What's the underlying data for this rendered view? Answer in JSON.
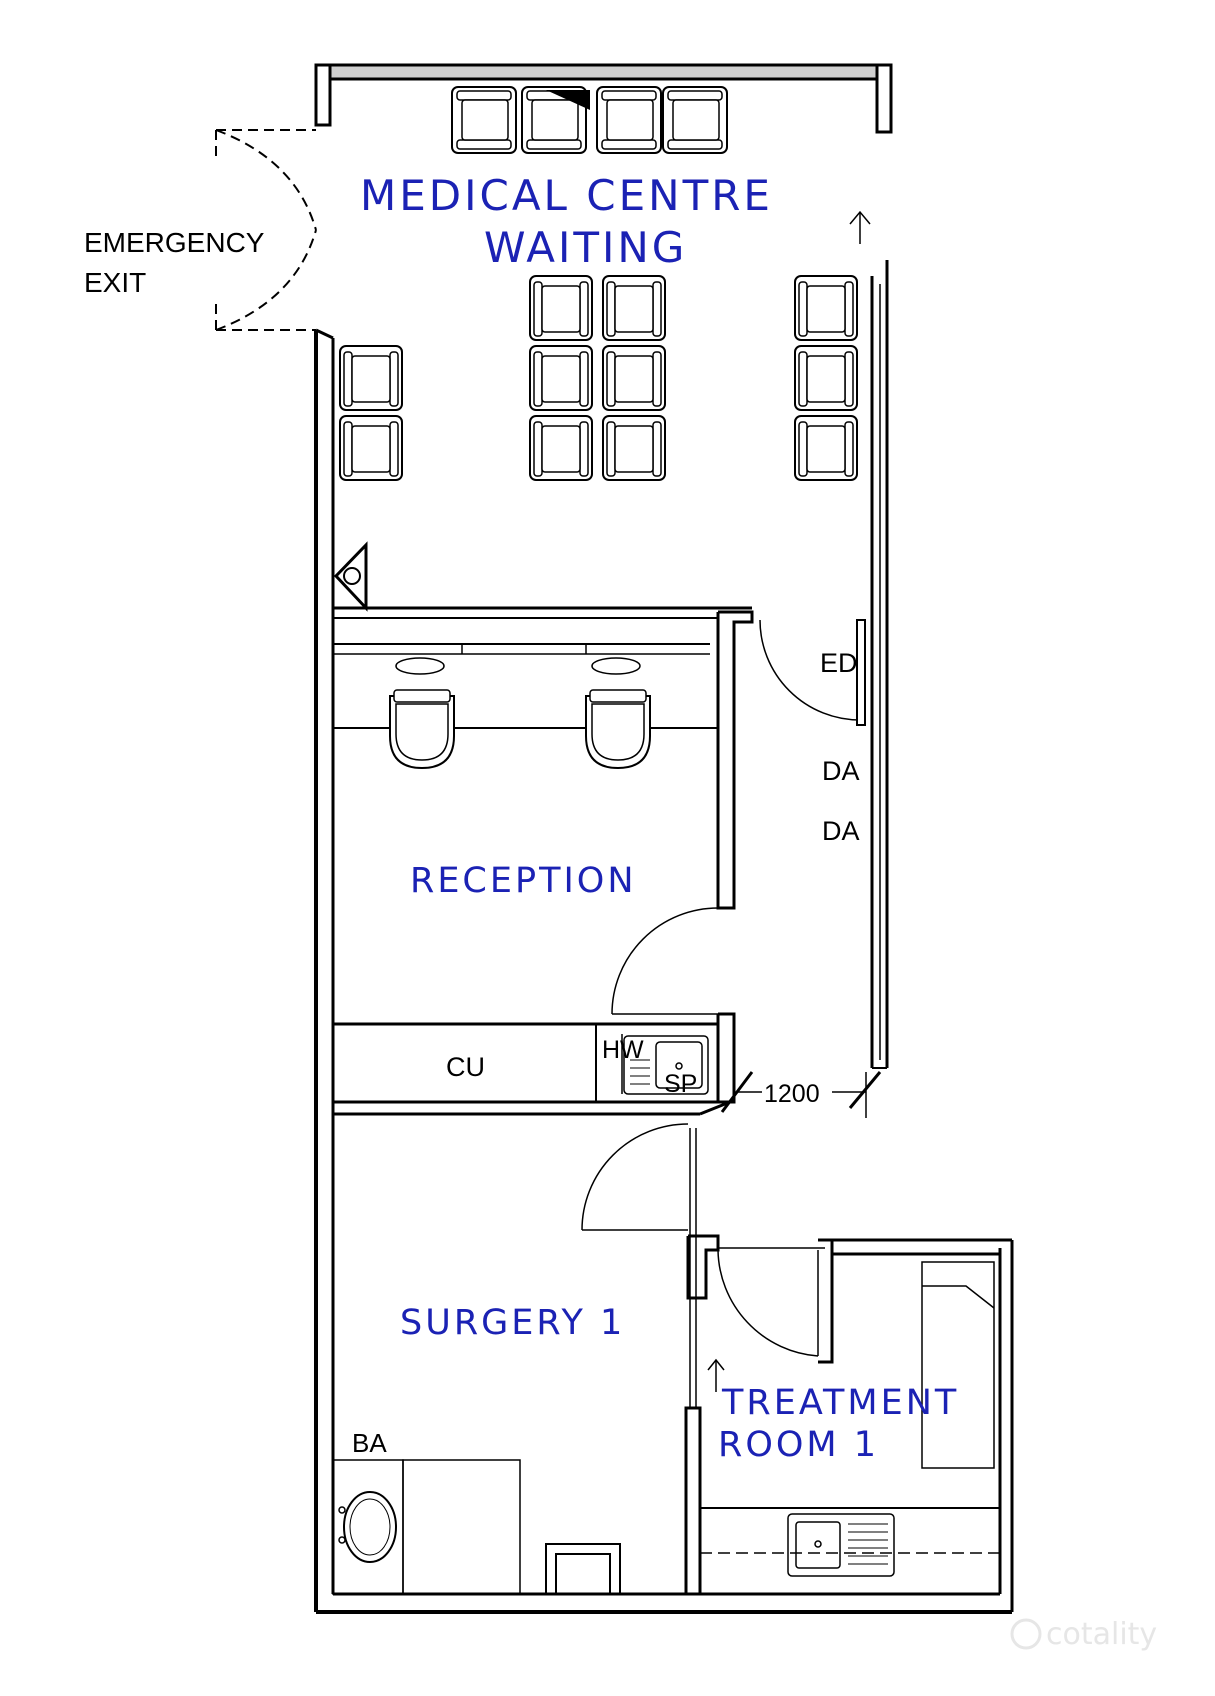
{
  "rooms": {
    "waiting_line1": "MEDICAL CENTRE",
    "waiting_line2": "WAITING",
    "reception": "RECEPTION",
    "surgery": "SURGERY 1",
    "treatment_line1": "TREATMENT",
    "treatment_line2": "ROOM 1"
  },
  "tags": {
    "exit_line1": "EMERGENCY",
    "exit_line2": "EXIT",
    "ed": "ED",
    "da1": "DA",
    "da2": "DA",
    "cu": "CU",
    "hw": "HW",
    "sp": "SP",
    "ba": "BA",
    "dimension": "1200"
  },
  "watermark": "cotality",
  "colors": {
    "room_label": "#1b22b4",
    "wall": "#000000",
    "watermark": "#e6e6e6"
  }
}
